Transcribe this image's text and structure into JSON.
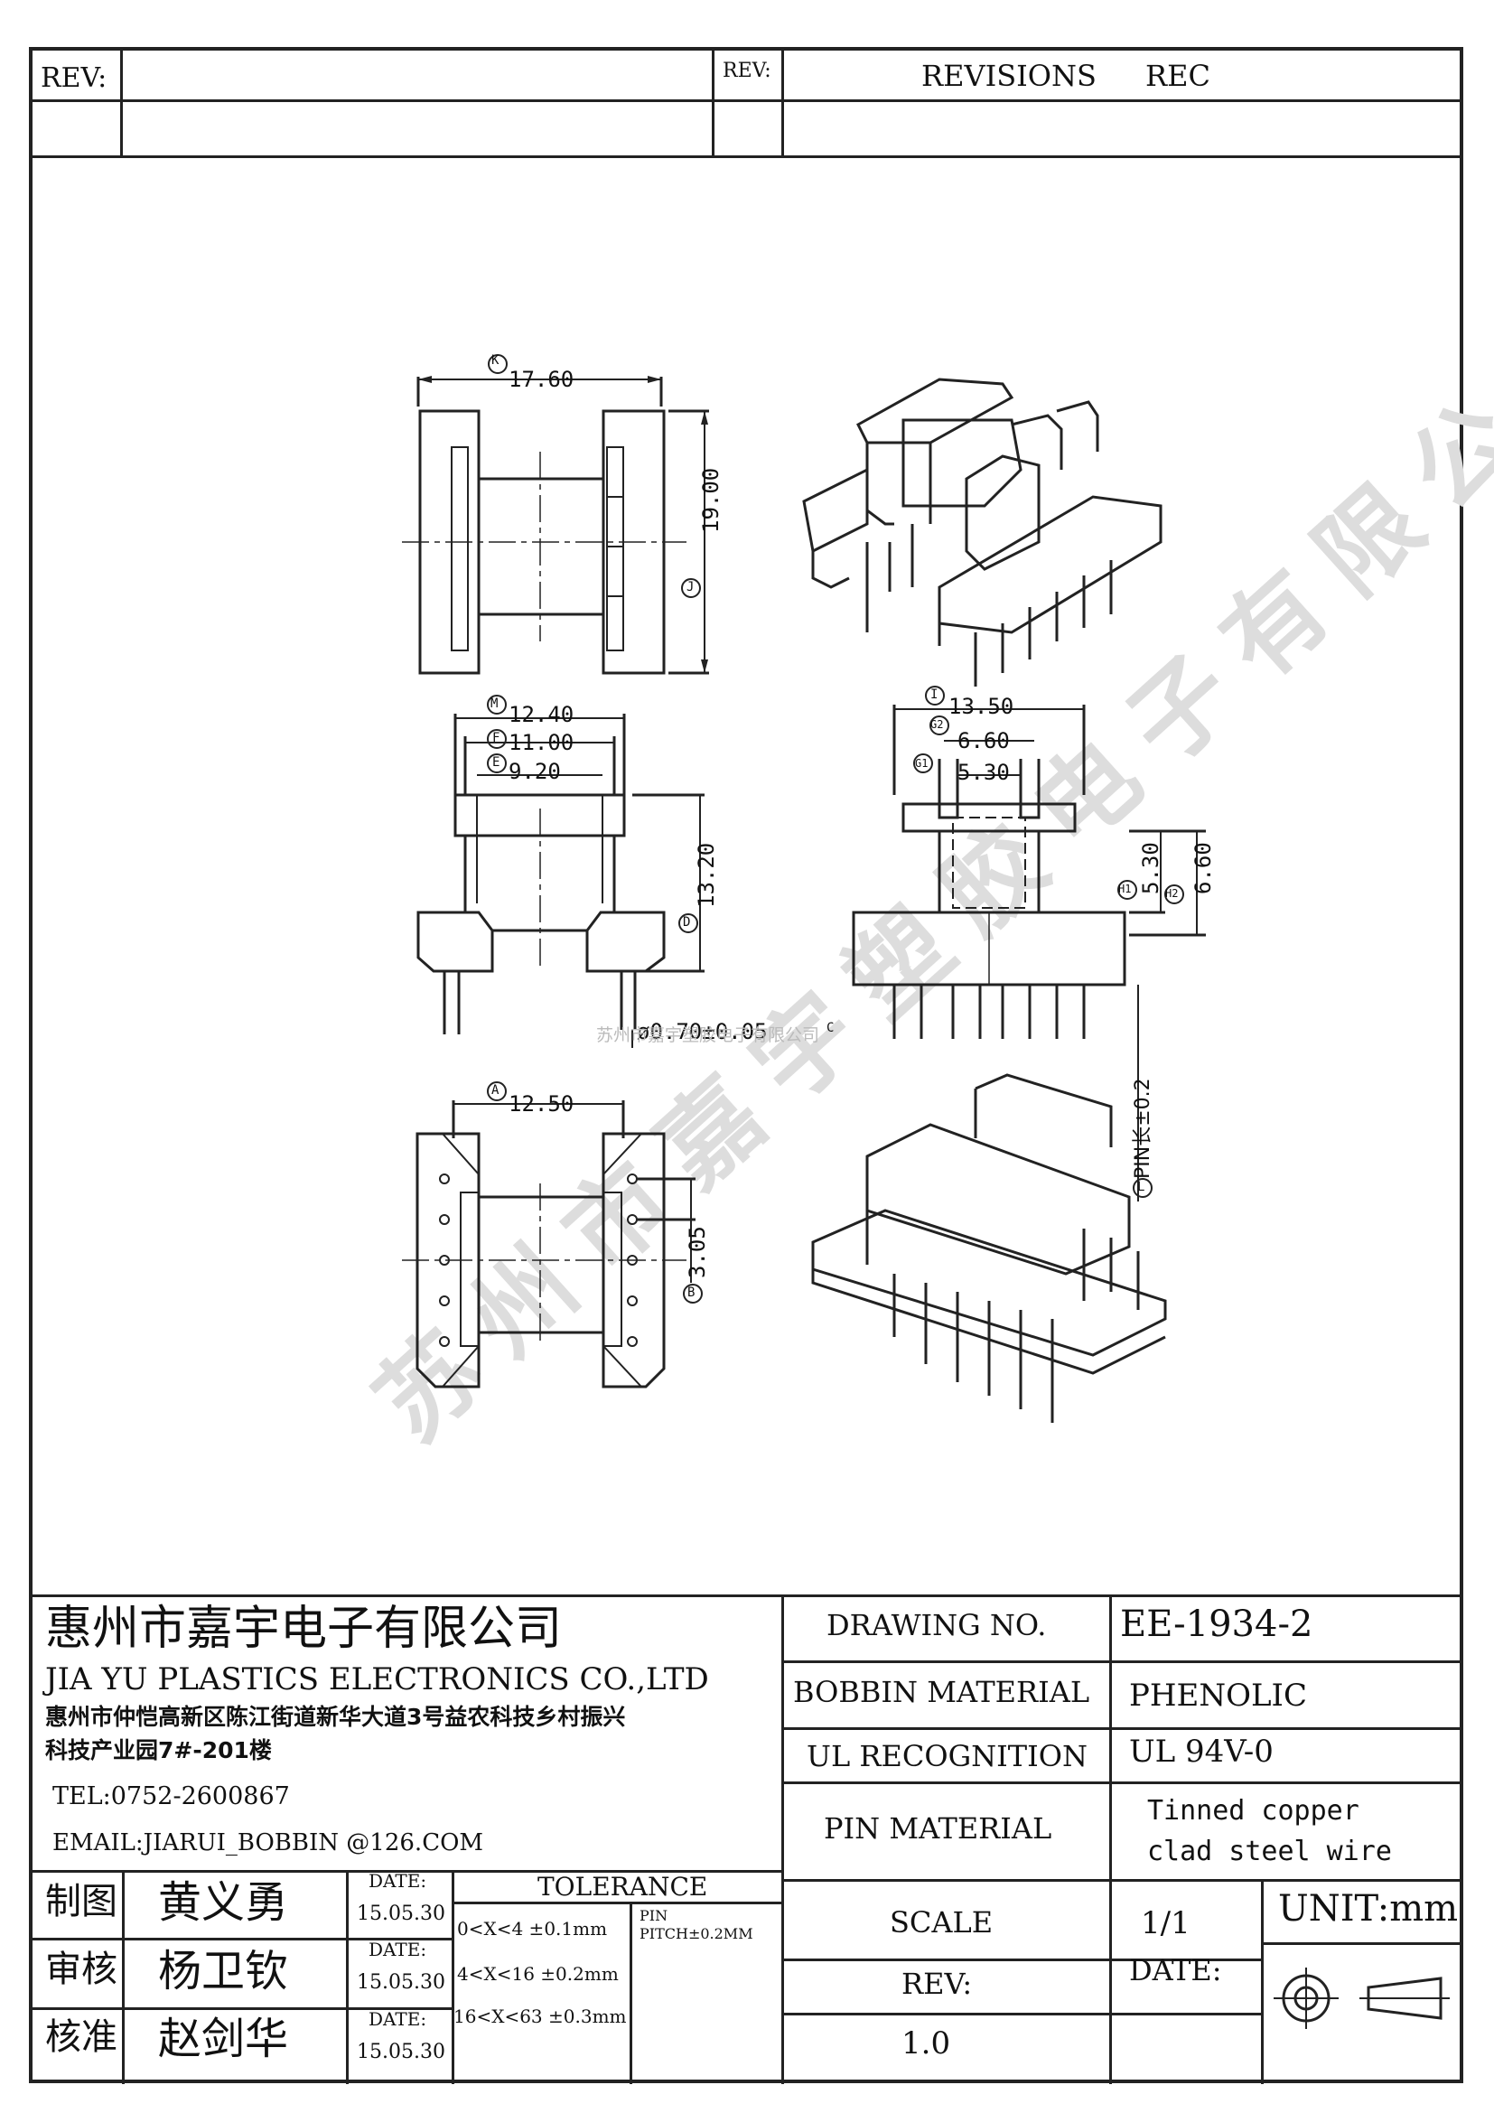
{
  "header": {
    "rev_label_left": "REV:",
    "rev_label_right": "REV:",
    "revisions_label": "REVISIONS",
    "rec_label": "REC"
  },
  "drawing": {
    "dims": {
      "k": {
        "marker": "K",
        "value": "17.60"
      },
      "j": {
        "marker": "J",
        "value": "19.00"
      },
      "m": {
        "marker": "M",
        "value": "12.40"
      },
      "f": {
        "marker": "F",
        "value": "11.00"
      },
      "e": {
        "marker": "E",
        "value": "9.20"
      },
      "d": {
        "marker": "D",
        "value": "13.20"
      },
      "pin_dia": {
        "marker": "C",
        "value": "ø0.70±0.05"
      },
      "i": {
        "marker": "I",
        "value": "13.50"
      },
      "g2": {
        "marker": "G2",
        "value": "6.60"
      },
      "g1": {
        "marker": "G1",
        "value": "5.30"
      },
      "h1": {
        "marker": "H1",
        "value": "5.30"
      },
      "h2": {
        "marker": "H2",
        "value": "6.60"
      },
      "a": {
        "marker": "A",
        "value": "12.50"
      },
      "b": {
        "marker": "B",
        "value": "3.05"
      },
      "pin_len": {
        "marker": "L",
        "value": "PIN长±0.2"
      }
    },
    "watermark_center": "苏州市嘉宇塑胶电子有限公司"
  },
  "title_block": {
    "company_cn": "惠州市嘉宇电子有限公司",
    "company_en": "JIA YU PLASTICS ELECTRONICS CO.,LTD",
    "address_line1": "惠州市仲恺高新区陈江街道新华大道3号益农科技乡村振兴",
    "address_line2": "科技产业园7#-201楼",
    "tel": "TEL:0752-2600867",
    "email": "EMAIL:JIARUI_BOBBIN @126.COM",
    "drawing_no_label": "DRAWING  NO.",
    "drawing_no": "EE-1934-2",
    "bobbin_material_label": "BOBBIN  MATERIAL",
    "bobbin_material": "PHENOLIC",
    "ul_label": "UL RECOGNITION",
    "ul_value": "UL 94V-0",
    "pin_material_label": "PIN MATERIAL",
    "pin_material_line1": "Tinned copper",
    "pin_material_line2": "clad steel wire",
    "scale_label": "SCALE",
    "scale_value": "1/1",
    "unit": "UNIT:mm",
    "rev_label": "REV:",
    "rev_value": "1.0",
    "date_label": "DATE:",
    "roles": [
      {
        "role": "制图",
        "name": "黄义勇",
        "date_label": "DATE:",
        "date": "15.05.30"
      },
      {
        "role": "审核",
        "name": "杨卫钦",
        "date_label": "DATE:",
        "date": "15.05.30"
      },
      {
        "role": "核准",
        "name": "赵剑华",
        "date_label": "DATE:",
        "date": "15.05.30"
      }
    ],
    "tolerance_label": "TOLERANCE",
    "tolerance_rows": [
      "0<X<4  ±0.1mm",
      "4<X<16 ±0.2mm",
      "16<X<63 ±0.3mm"
    ],
    "pin_pitch_line1": "PIN",
    "pin_pitch_line2": "PITCH±0.2MM"
  }
}
